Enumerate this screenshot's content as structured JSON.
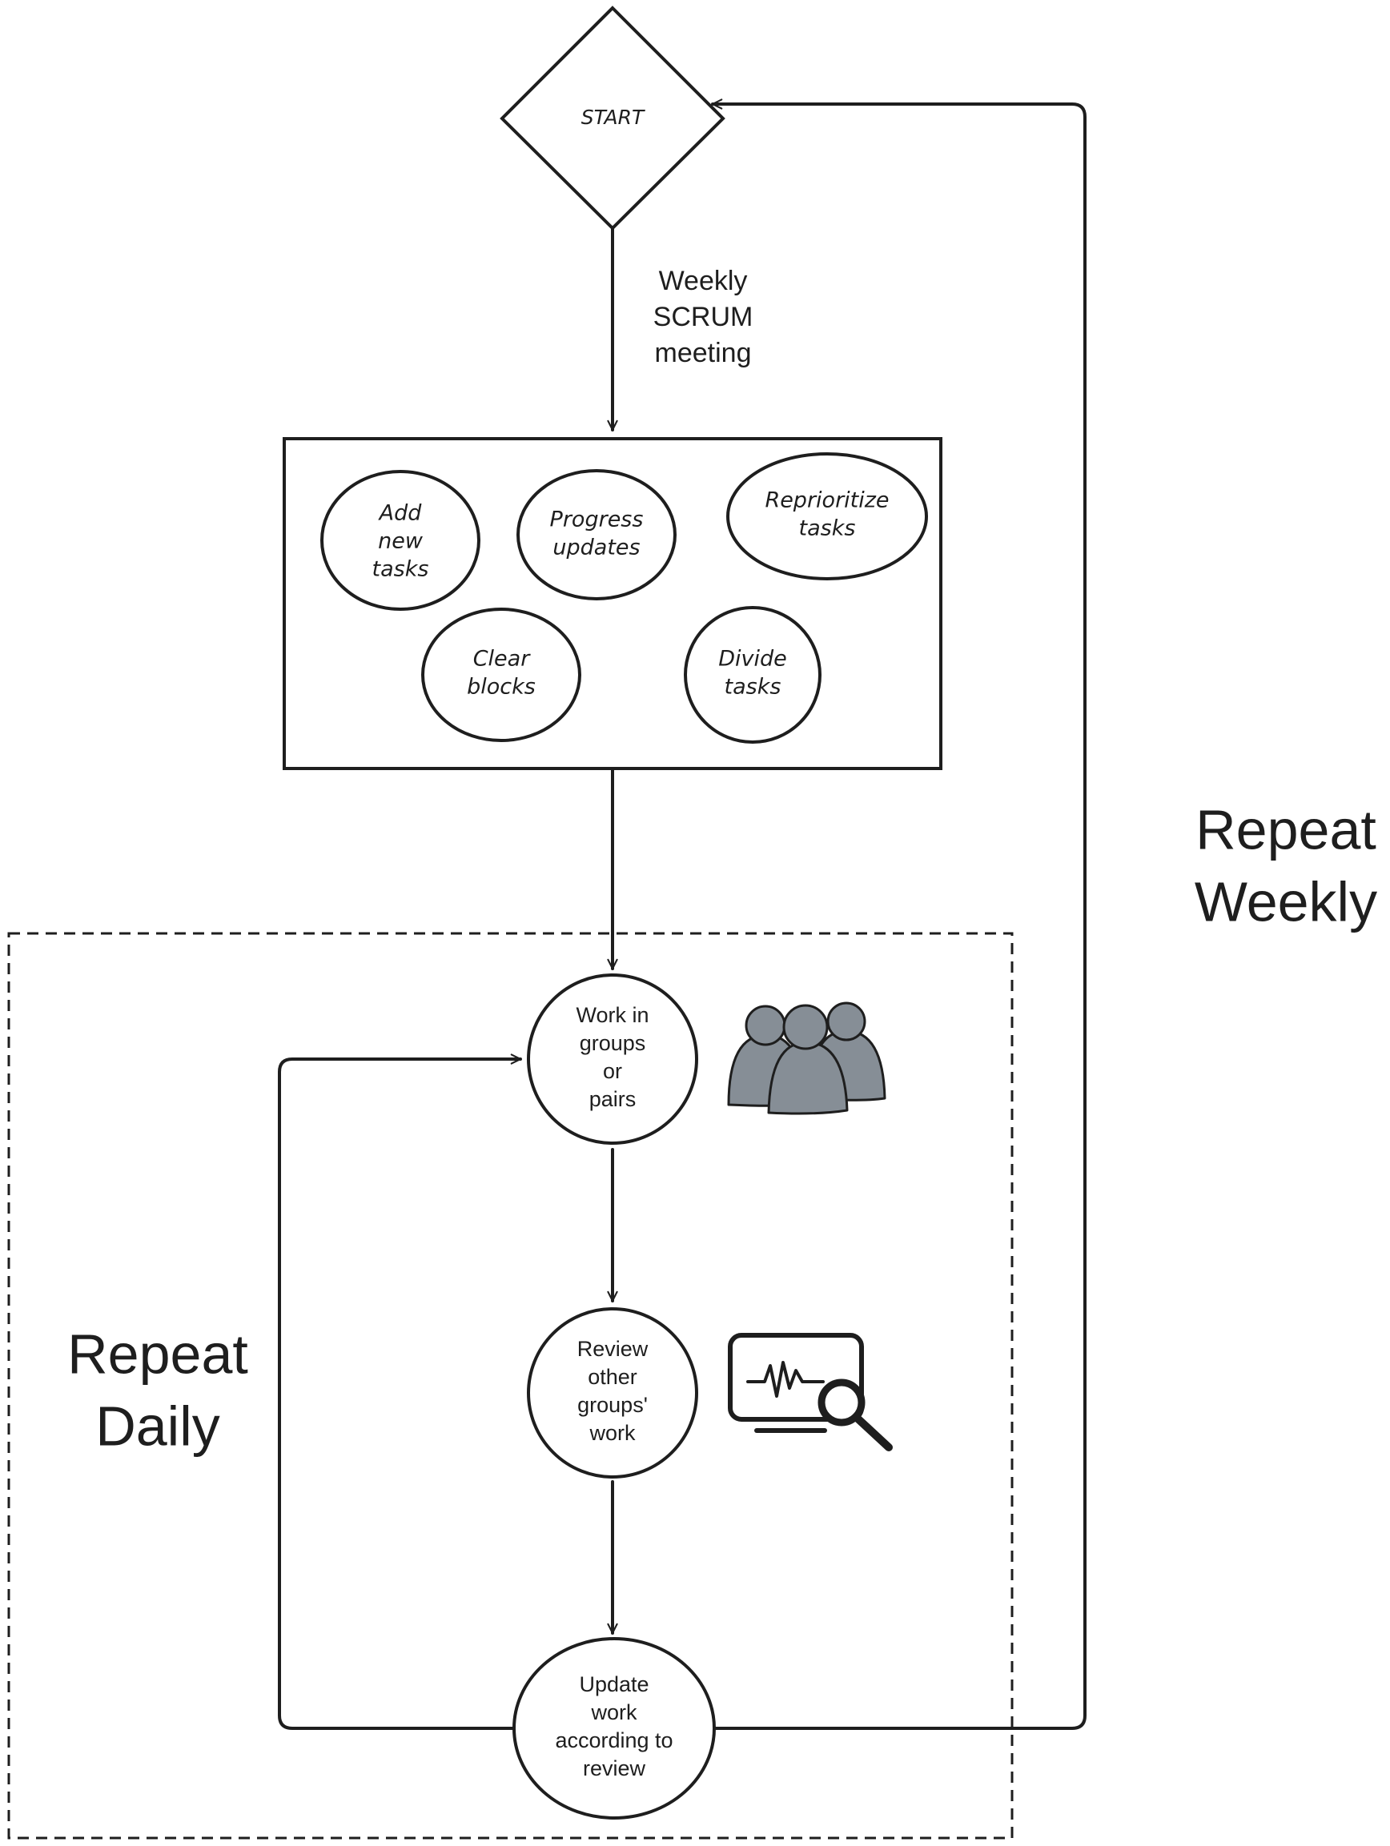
{
  "start_label": "START",
  "edge_label": [
    "Weekly",
    "SCRUM",
    "meeting"
  ],
  "meeting_items": [
    [
      "Add",
      "new",
      "tasks"
    ],
    [
      "Progress",
      "updates"
    ],
    [
      "Reprioritize",
      "tasks"
    ],
    [
      "Clear",
      "blocks"
    ],
    [
      "Divide",
      "tasks"
    ]
  ],
  "steps": [
    [
      "Work in",
      "groups",
      "or",
      "pairs"
    ],
    [
      "Review",
      "other",
      "groups'",
      "work"
    ],
    [
      "Update",
      "work",
      "according to",
      "review"
    ]
  ],
  "repeat_daily": [
    "Repeat",
    "Daily"
  ],
  "repeat_weekly": [
    "Repeat",
    "Weekly"
  ],
  "icons": {
    "people": "group-people-icon",
    "monitor": "monitor-search-icon"
  },
  "colors": {
    "stroke": "#1e1e1e",
    "icon_fill": "#868e96"
  }
}
